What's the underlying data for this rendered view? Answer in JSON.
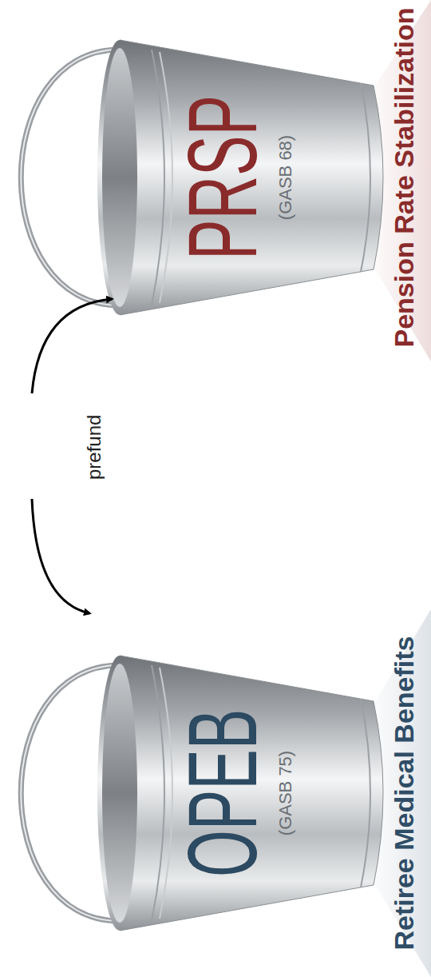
{
  "diagram": {
    "nodes": [
      {
        "text": [
          "OPEB",
          "(GASB 75)",
          "Retiree Medical Benefits"
        ]
      },
      {
        "text": [
          "PRSP",
          "(GASB 68)",
          "Pension Rate Stabilization"
        ]
      }
    ],
    "labels": [
      "prefund"
    ]
  }
}
